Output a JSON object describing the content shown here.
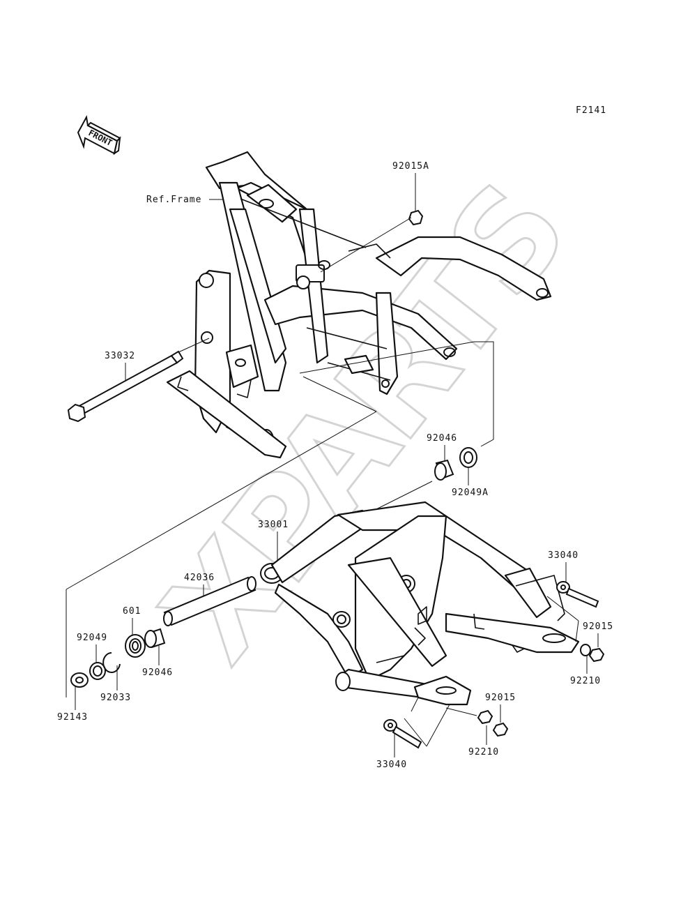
{
  "figure_code": "F2141",
  "front_label": "FRONT",
  "watermark": "XPARTS",
  "labels": {
    "ref_frame": "Ref.Frame",
    "p92015A": "92015A",
    "p33032": "33032",
    "p92046_top": "92046",
    "p92049A": "92049A",
    "p33001": "33001",
    "p42036": "42036",
    "p601": "601",
    "p92049": "92049",
    "p92046_bottom": "92046",
    "p92033": "92033",
    "p92143": "92143",
    "p33040_right": "33040",
    "p92015_right": "92015",
    "p92210_right": "92210",
    "p92015_bottom": "92015",
    "p92210_bottom": "92210",
    "p33040_bottom": "33040"
  }
}
